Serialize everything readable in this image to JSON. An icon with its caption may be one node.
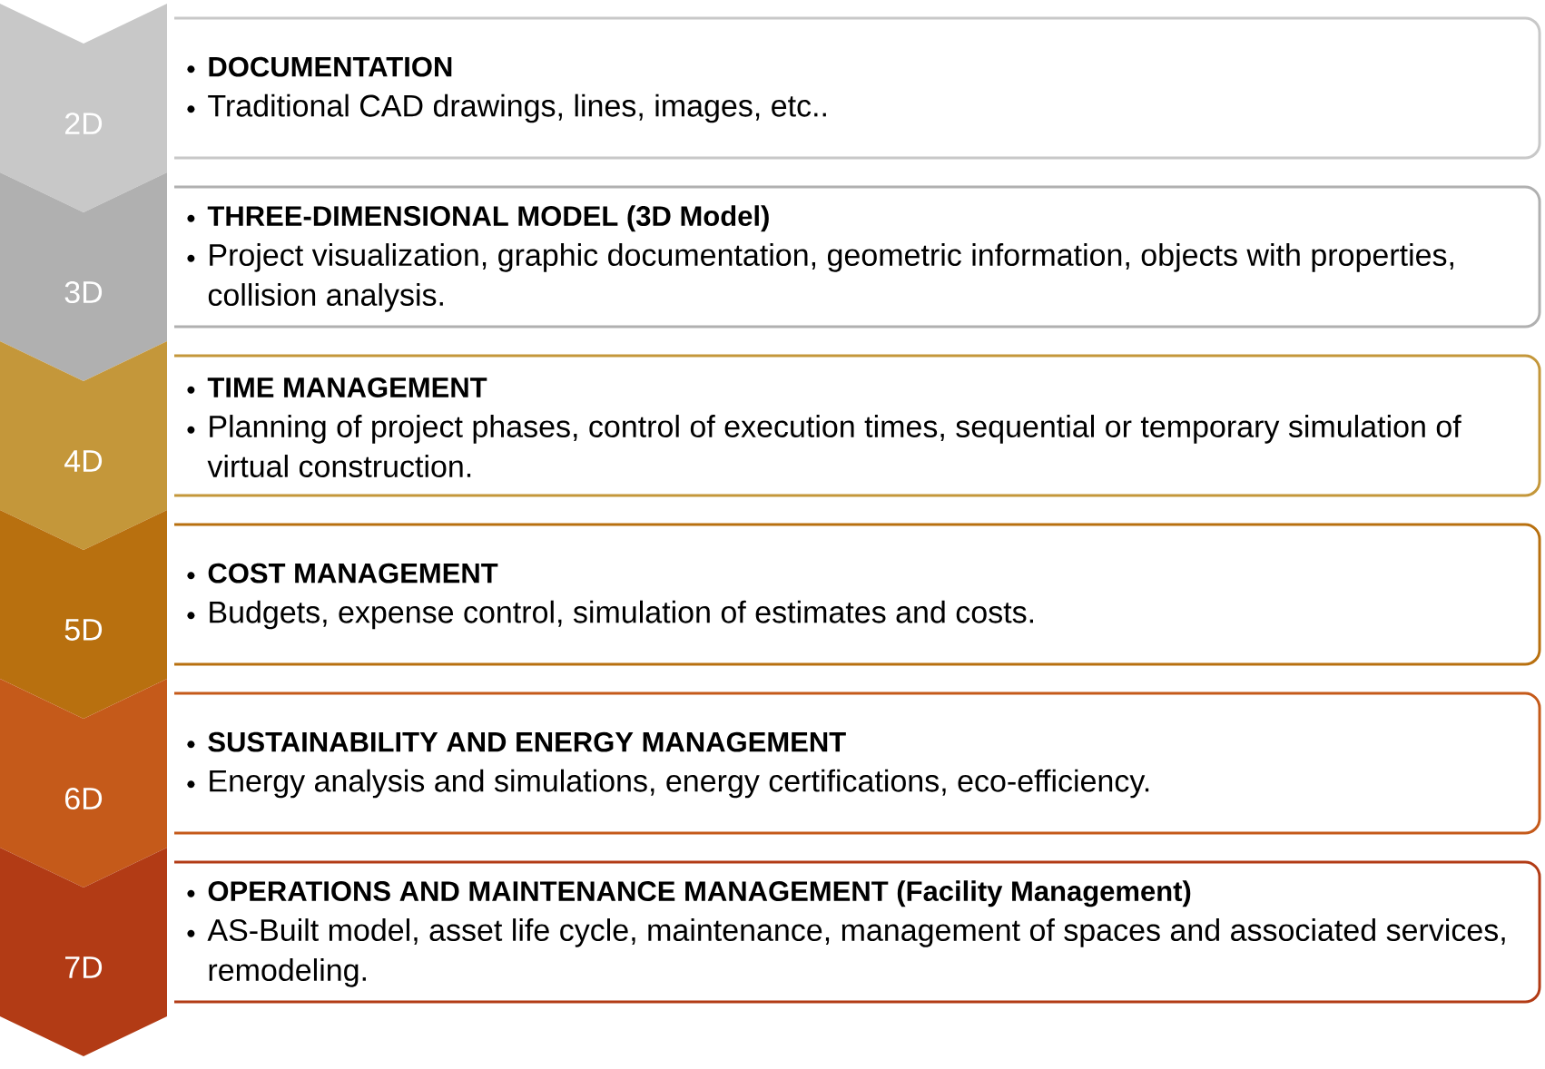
{
  "diagram": {
    "nodes": [
      {
        "text": [
          "2D"
        ]
      },
      {
        "text": [
          "DOCUMENTATION",
          "Traditional CAD drawings, lines, images, etc.."
        ]
      },
      {
        "text": [
          "3D"
        ]
      },
      {
        "text": [
          "THREE-DIMENSIONAL MODEL (3D Model)",
          "Project visualization, graphic documentation, geometric information, objects with properties, collision analysis."
        ]
      },
      {
        "text": [
          "4D"
        ]
      },
      {
        "text": [
          "TIME MANAGEMENT",
          "Planning of project phases, control of execution times, sequential or temporary simulation of virtual construction."
        ]
      },
      {
        "text": [
          "5D"
        ]
      },
      {
        "text": [
          "COST MANAGEMENT",
          "Budgets, expense control, simulation of estimates and costs."
        ]
      },
      {
        "text": [
          "6D"
        ]
      },
      {
        "text": [
          "SUSTAINABILITY AND ENERGY MANAGEMENT",
          "Energy analysis and simulations, energy certifications, eco-efficiency."
        ]
      },
      {
        "text": [
          "7D"
        ]
      },
      {
        "text": [
          "OPERATIONS AND MAINTENANCE MANAGEMENT (Facility Management)",
          "AS-Built model, asset life cycle, maintenance, management of spaces and associated services, remodeling."
        ]
      }
    ]
  }
}
